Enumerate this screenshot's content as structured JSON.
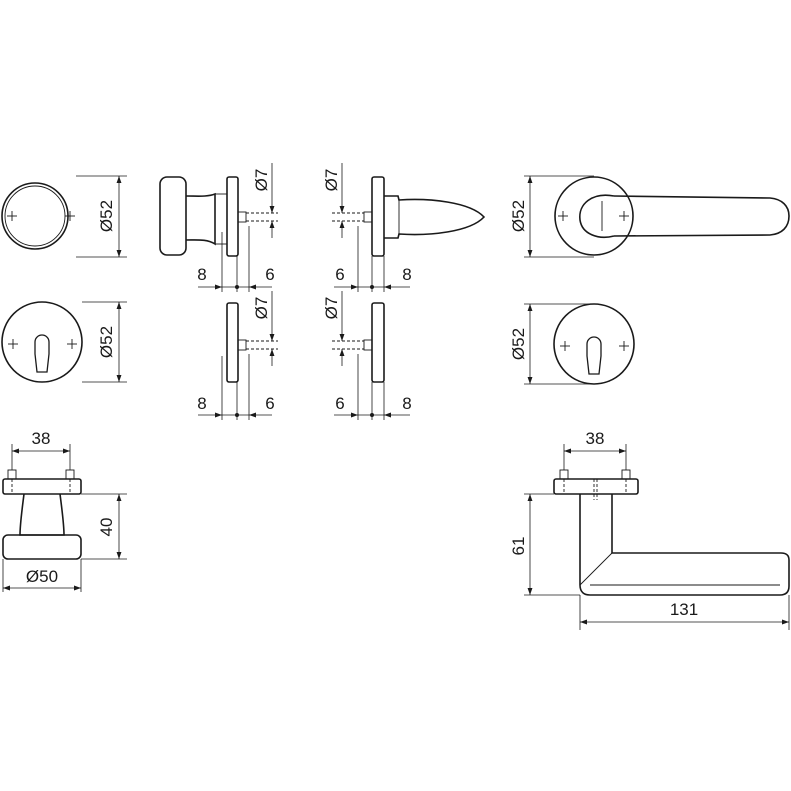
{
  "labels": {
    "rosette_dia_top": "Ø52",
    "knob_dia_7": "Ø7",
    "knob_left_8": "8",
    "knob_right_6": "6",
    "lever_dia_7": "Ø7",
    "lever_left_6": "6",
    "lever_right_8": "8",
    "lever_rosette_dia": "Ø52",
    "cyl_rosette_dia": "Ø52",
    "cyl_knob_dia_7": "Ø7",
    "cyl_knob_left_8": "8",
    "cyl_knob_right_6": "6",
    "cyl_lever_dia_7": "Ø7",
    "cyl_lever_left_6": "6",
    "cyl_lever_right_8": "8",
    "cyl_rosette_right_dia": "Ø52",
    "knob_fix_38": "38",
    "knob_height_40": "40",
    "knob_base_dia_50": "Ø50",
    "lever_fix_38": "38",
    "lever_height_61": "61",
    "lever_length_131": "131"
  },
  "colors": {
    "ink": "#1a1a1a",
    "background": "#ffffff"
  }
}
